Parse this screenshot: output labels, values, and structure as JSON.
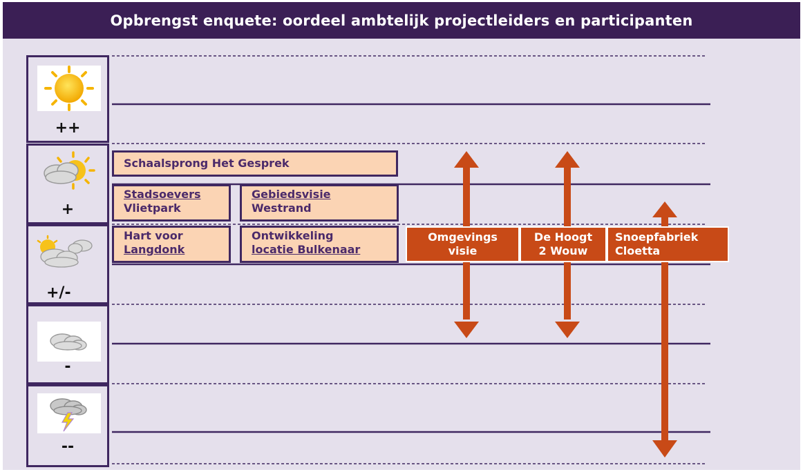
{
  "title": "Opbrengst enquete: oordeel ambtelijk projectleiders en participanten",
  "colors": {
    "title_bg": "#3b1f55",
    "background": "#e5e0ec",
    "border": "#3f2760",
    "project_fill": "#fbd4b4",
    "arrow": "#c84a17"
  },
  "scale": [
    {
      "label": "++",
      "icon": "sun-icon"
    },
    {
      "label": "+",
      "icon": "sun-behind-cloud-icon"
    },
    {
      "label": "+/-",
      "icon": "partly-cloudy-icon"
    },
    {
      "label": "-",
      "icon": "cloud-icon"
    },
    {
      "label": "--",
      "icon": "thunderstorm-icon"
    }
  ],
  "projects": [
    {
      "line1": "Schaalsprong Het Gesprek",
      "line2": ""
    },
    {
      "line1": "Stadsoevers",
      "line2": "Vlietpark"
    },
    {
      "line1": "Gebiedsvisie",
      "line2": "Westrand"
    },
    {
      "line1": "Hart voor",
      "line2": "Langdonk"
    },
    {
      "line1": "Ontwikkeling",
      "line2": "locatie Bulkenaar"
    }
  ],
  "ranges": [
    {
      "line1": "Omgevings",
      "line2": "visie"
    },
    {
      "line1": "De Hoogt",
      "line2": "2 Wouw"
    },
    {
      "line1": "Snoepfabriek",
      "line2": "Cloetta"
    }
  ]
}
